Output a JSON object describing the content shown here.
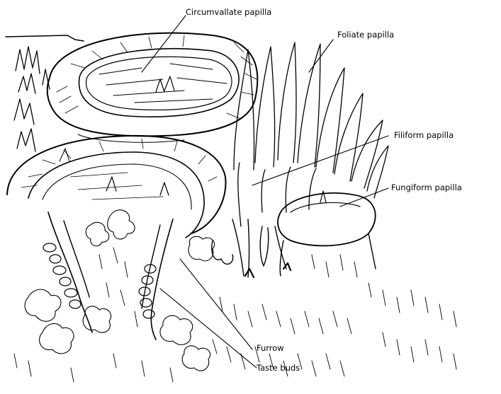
{
  "figure": {
    "labels": {
      "circumvallate": "Circumvallate papilla",
      "foliate": "Foliate papilla",
      "filiform": "Filiform papilla",
      "fungiform": "Fungiform papilla",
      "furrow": "Furrow",
      "taste_buds": "Taste buds"
    },
    "ink_color": "#000000",
    "background_color": "#ffffff"
  }
}
